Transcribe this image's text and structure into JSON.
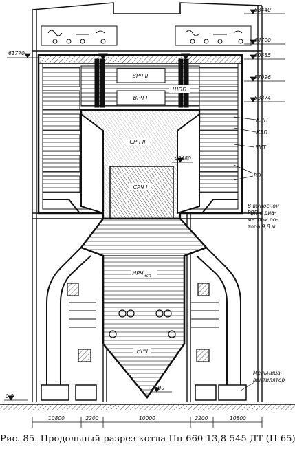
{
  "elevations": {
    "e68440": "68440",
    "e64700": "64700",
    "e61770": "61770",
    "e60585": "60585",
    "e57096": "57096",
    "e53874": "53874",
    "e42480": "42480",
    "e2500": "2500",
    "e0": "0,0"
  },
  "labels": {
    "vrch2": "ВРЧ II",
    "vrch1": "ВРЧ I",
    "shpp": "ШПП",
    "kpp": "КПП",
    "kvp": "КВП",
    "zmt": "ЗМТ",
    "ve": "ВЭ",
    "srch2": "СРЧ II",
    "srch1": "СРЧ I",
    "nrch_isp": "НРЧ",
    "nrch_isp_sub": "исп",
    "nrch": "НРЧ",
    "rvp_note": [
      "В выносной",
      "РВП с диа-",
      "метром ро-",
      "тора 9,8 м"
    ],
    "mill": [
      "Мельница-",
      "вентилятор"
    ]
  },
  "spans": [
    "10800",
    "2200",
    "10000",
    "2200",
    "10800"
  ],
  "caption": "Рис. 85. Продольный разрез котла Пп-660-13,8-545 ДТ (П-65)"
}
